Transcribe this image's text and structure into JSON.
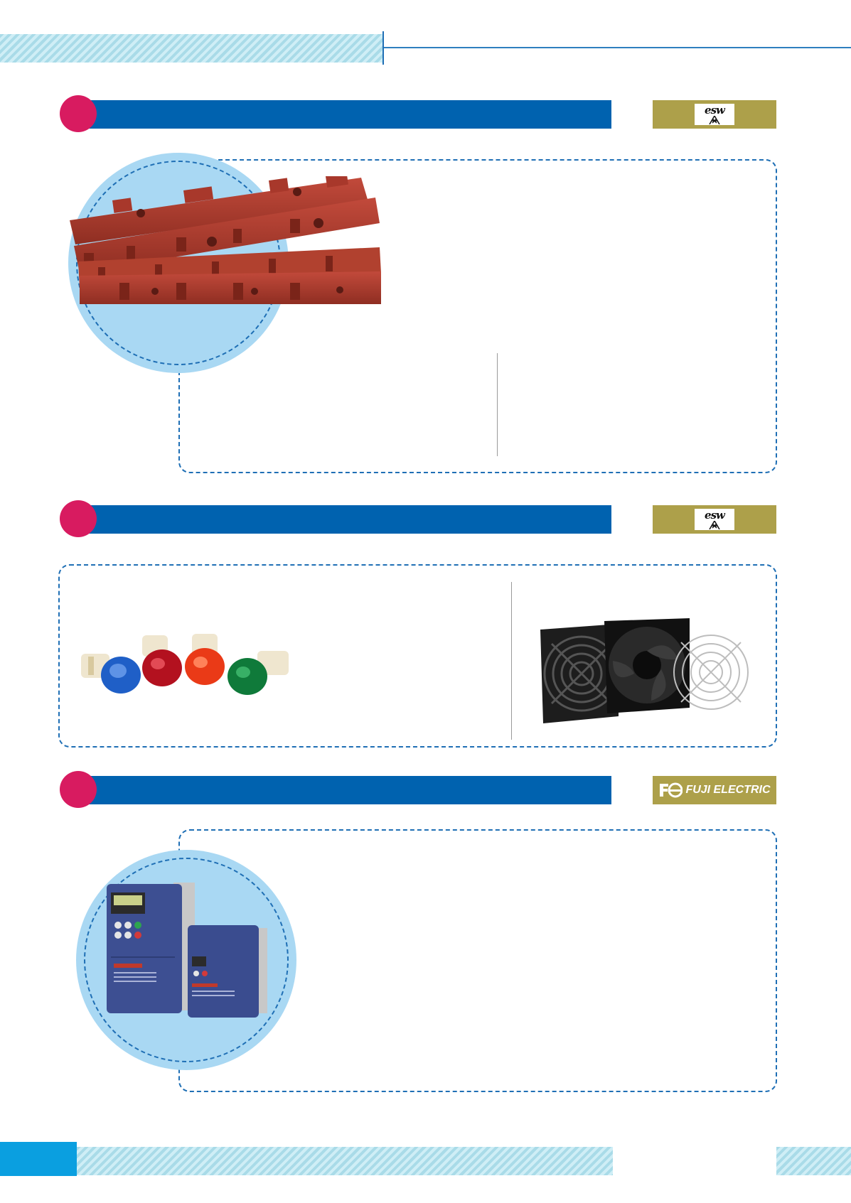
{
  "sections": [
    {
      "brand": {
        "logo_name": "esw-logo",
        "logo_text": "esw"
      }
    },
    {
      "brand": {
        "logo_name": "esw-logo",
        "logo_text": "esw"
      }
    },
    {
      "brand": {
        "logo_name": "fuji-electric-logo",
        "logo_text": "FUJI ELECTRIC"
      }
    }
  ],
  "colors": {
    "accent_blue": "#0062af",
    "dot_magenta": "#d81b60",
    "brand_gold": "#ada04a",
    "circle_light_blue": "#a9d8f3",
    "stripe_light": "#a9dbe8",
    "bottom_blue": "#0a9fe0"
  },
  "images": [
    "busbar-support-insulators-image",
    "pilot-lamps-image",
    "cooling-fan-image",
    "frequency-inverters-image"
  ]
}
